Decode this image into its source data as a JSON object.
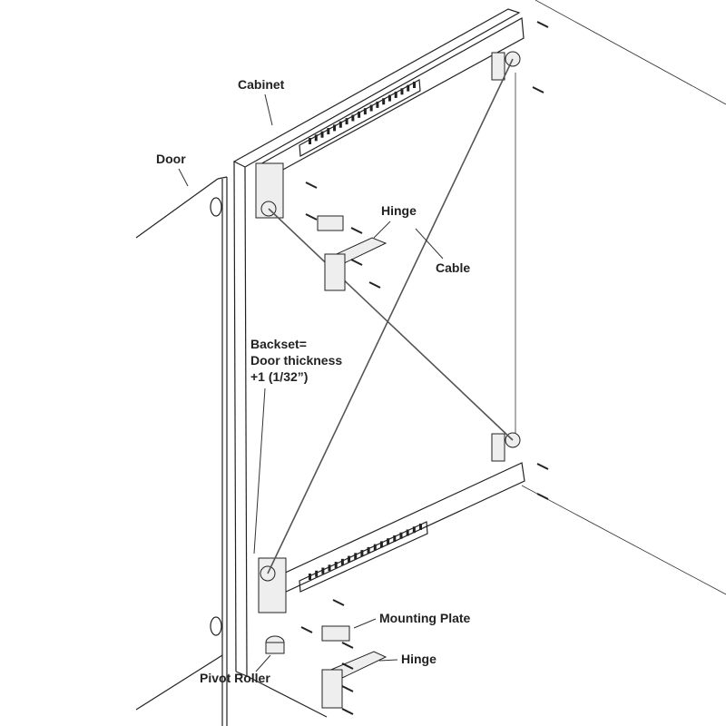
{
  "labels": {
    "cabinet": "Cabinet",
    "door": "Door",
    "hinge_top": "Hinge",
    "cable": "Cable",
    "backset_line1": "Backset=",
    "backset_line2": "Door thickness",
    "backset_line3": "+1 (1/32”)",
    "mounting_plate": "Mounting Plate",
    "hinge_bottom": "Hinge",
    "pivot_roller": "Pivot Roller"
  }
}
